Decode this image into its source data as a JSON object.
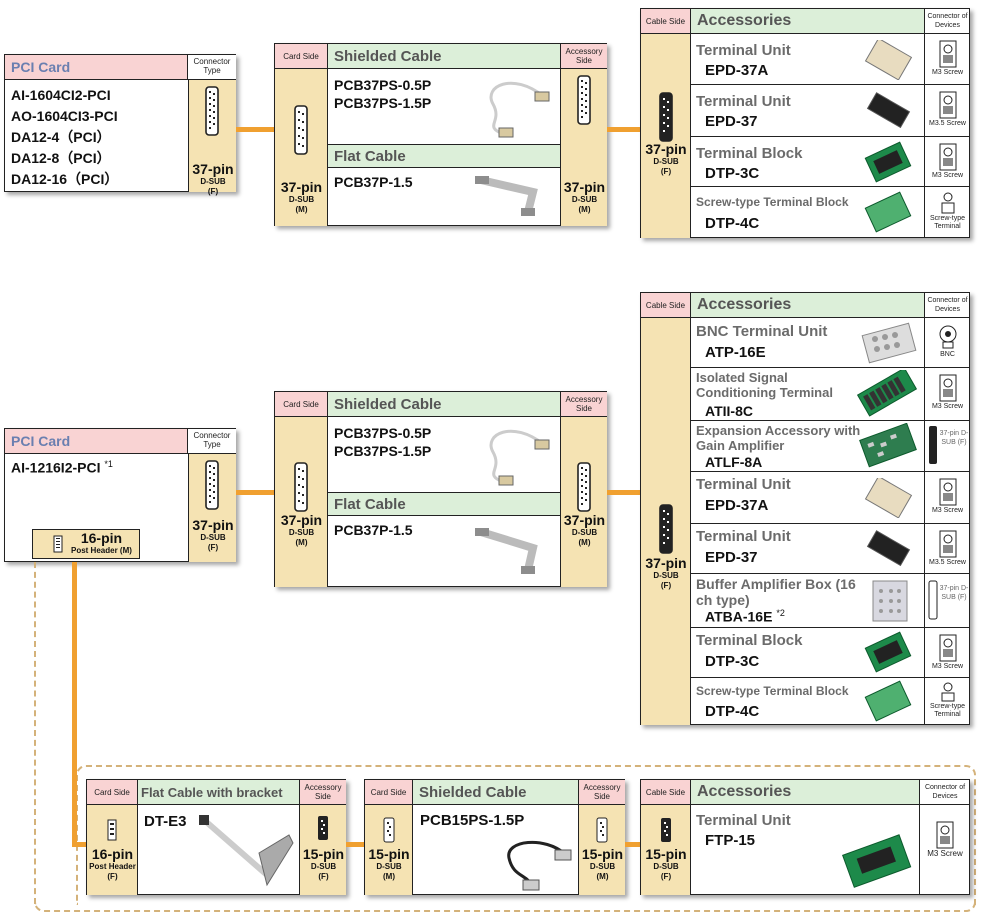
{
  "colors": {
    "accent_line": "#f0a030",
    "header_pink": "#f9d3d3",
    "header_green": "#dcefd9",
    "connector_tan": "#f5e3b3",
    "dashed": "#d4b27a"
  },
  "labels": {
    "pci_card": "PCI Card",
    "connector_type": "Connector Type",
    "card_side": "Card Side",
    "accessory_side": "Accessory Side",
    "cable_side": "Cable Side",
    "accessories": "Accessories",
    "connector_of_devices": "Connector of Devices",
    "shielded_cable": "Shielded Cable",
    "flat_cable": "Flat Cable",
    "flat_cable_bracket": "Flat Cable with bracket"
  },
  "pins": {
    "p37": "37-pin",
    "p16": "16-pin",
    "p15": "15-pin",
    "dsub_f": "D-SUB",
    "dsub_m": "D-SUB",
    "post_header": "Post Header",
    "post_header_m": "Post Header (M)",
    "f": "(F)",
    "m": "(M)"
  },
  "section1": {
    "cards": [
      "AI-1604CI2-PCI",
      "AO-1604CI3-PCI",
      "DA12-4（PCI）",
      "DA12-8（PCI）",
      "DA12-16（PCI）"
    ],
    "shielded": [
      "PCB37PS-0.5P",
      "PCB37PS-1.5P"
    ],
    "flat": [
      "PCB37P-1.5"
    ],
    "accessories": [
      {
        "name": "Terminal Unit",
        "pn": "EPD-37A",
        "dev": "M3 Screw"
      },
      {
        "name": "Terminal Unit",
        "pn": "EPD-37",
        "dev": "M3.5 Screw"
      },
      {
        "name": "Terminal Block",
        "pn": "DTP-3C",
        "dev": "M3 Screw"
      },
      {
        "name": "Screw-type Terminal Block",
        "pn": "DTP-4C",
        "dev": "Screw-type Terminal"
      }
    ]
  },
  "section2": {
    "card": "AI-1216I2-PCI",
    "card_note": "*1",
    "shielded": [
      "PCB37PS-0.5P",
      "PCB37PS-1.5P"
    ],
    "flat": [
      "PCB37P-1.5"
    ],
    "accessories": [
      {
        "name": "BNC Terminal Unit",
        "pn": "ATP-16E",
        "dev": "BNC"
      },
      {
        "name": "Isolated Signal Conditioning Terminal",
        "pn": "ATII-8C",
        "dev": "M3 Screw"
      },
      {
        "name": "Expansion Accessory with Gain Amplifier",
        "pn": "ATLF-8A",
        "dev": "37-pin D-SUB (F)"
      },
      {
        "name": "Terminal Unit",
        "pn": "EPD-37A",
        "dev": "M3 Screw"
      },
      {
        "name": "Terminal Unit",
        "pn": "EPD-37",
        "dev": "M3.5 Screw"
      },
      {
        "name": "Buffer Amplifier Box (16 ch type)",
        "pn": "ATBA-16E",
        "pn_note": "*2",
        "dev": "37-pin D-SUB (F)"
      },
      {
        "name": "Terminal Block",
        "pn": "DTP-3C",
        "dev": "M3 Screw"
      },
      {
        "name": "Screw-type Terminal Block",
        "pn": "DTP-4C",
        "dev": "Screw-type Terminal"
      }
    ]
  },
  "section3": {
    "bracket_cable": "DT-E3",
    "shielded": "PCB15PS-1.5P",
    "accessory": {
      "name": "Terminal Unit",
      "pn": "FTP-15",
      "dev": "M3 Screw"
    }
  }
}
